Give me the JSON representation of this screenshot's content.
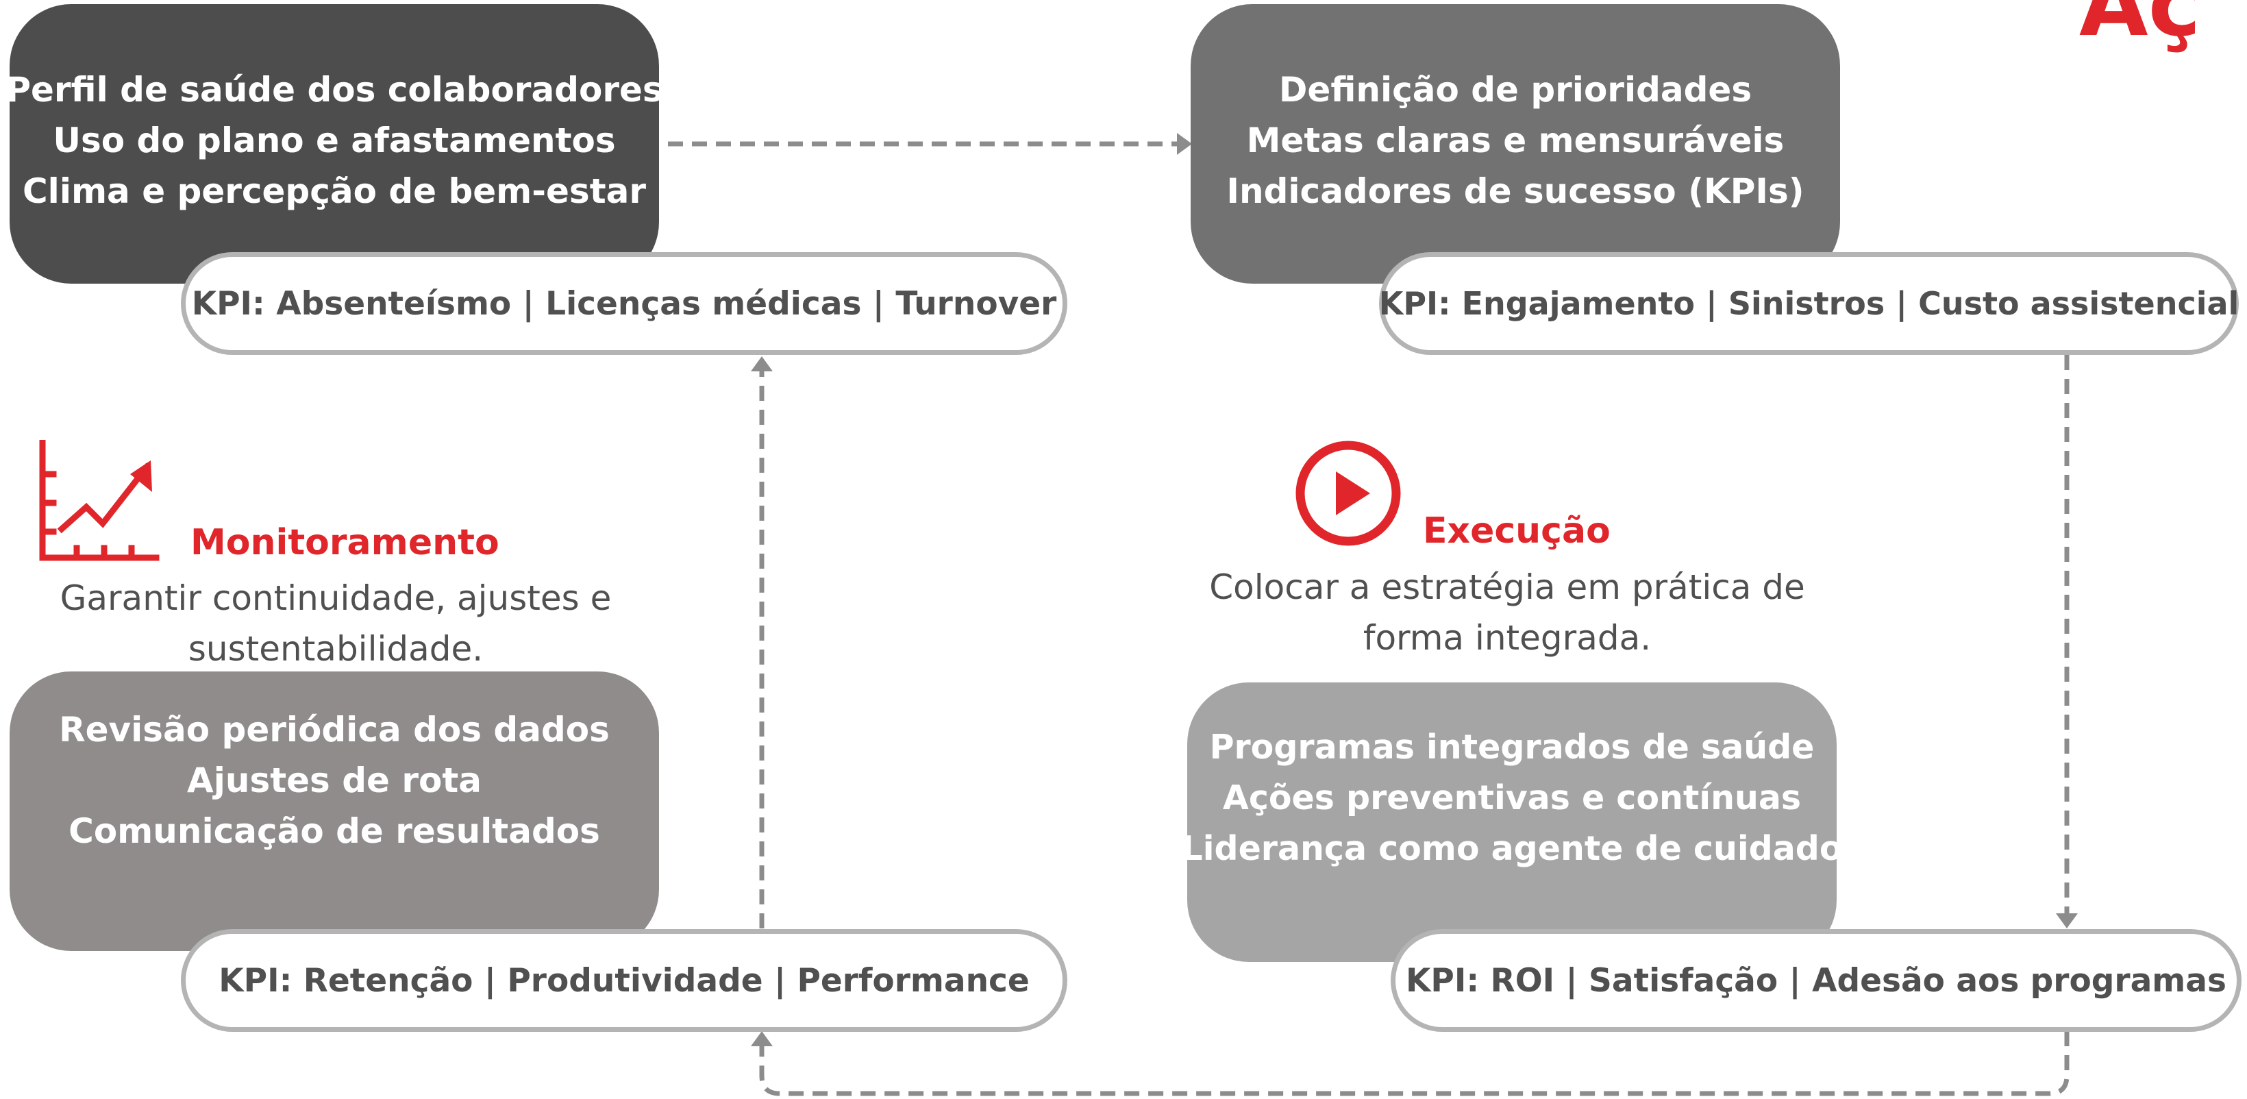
{
  "colors": {
    "accent": "#e0262a",
    "box_dark": "#4d4d4d",
    "box_mid": "#727272",
    "box_light_warm": "#8f8c8b",
    "box_light": "#a5a5a5",
    "kpi_border": "#b4b4b4",
    "arrow": "#8c8c8c",
    "text": "#505050"
  },
  "corner_title": "Aç",
  "diagnostico": {
    "lines": [
      "Perfil de saúde dos colaboradores",
      "Uso do plano e afastamentos",
      "Clima e percepção de bem-estar"
    ],
    "kpi": "KPI: Absenteísmo | Licenças médicas | Turnover"
  },
  "planejamento": {
    "lines": [
      "Definição de prioridades",
      "Metas claras e mensuráveis",
      "Indicadores de sucesso (KPIs)"
    ],
    "kpi": "KPI: Engajamento | Sinistros | Custo assistencial"
  },
  "monitoramento": {
    "icon": "line-chart-up-icon",
    "title": "Monitoramento",
    "description": [
      "Garantir continuidade, ajustes e",
      "sustentabilidade."
    ],
    "lines": [
      "Revisão periódica dos dados",
      "Ajustes de rota",
      "Comunicação de resultados"
    ],
    "kpi": "KPI: Retenção | Produtividade | Performance"
  },
  "execucao": {
    "icon": "play-circle-icon",
    "title": "Execução",
    "description": [
      "Colocar a estratégia em prática de",
      "forma integrada."
    ],
    "lines": [
      "Programas integrados de saúde",
      "Ações preventivas e contínuas",
      "Liderança como agente de cuidado"
    ],
    "kpi": "KPI: ROI | Satisfação | Adesão aos programas"
  }
}
